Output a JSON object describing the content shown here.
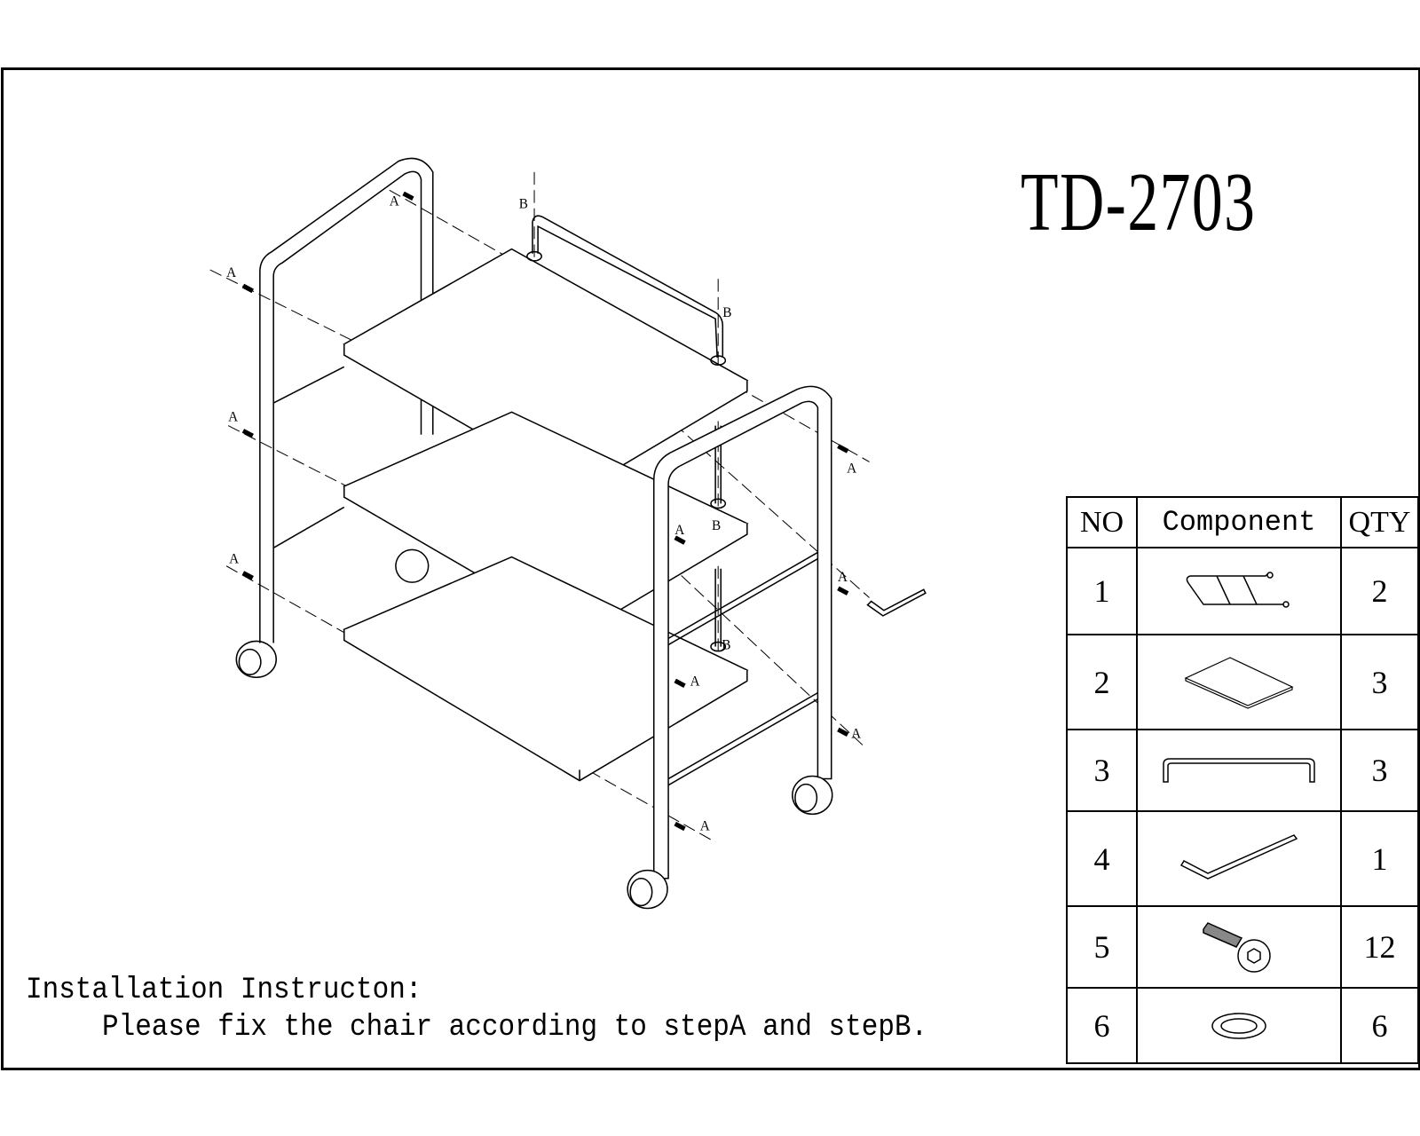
{
  "model": "TD-2703",
  "instructions": {
    "heading": "Installation Instructon:",
    "body": "Please fix the chair according to stepA and stepB."
  },
  "diagram_labels": {
    "a": "A",
    "b": "B"
  },
  "parts_table": {
    "headers": {
      "no": "NO",
      "component": "Component",
      "qty": "QTY"
    },
    "rows": [
      {
        "no": "1",
        "component_icon": "side-frame-icon",
        "qty": "2"
      },
      {
        "no": "2",
        "component_icon": "shelf-board-icon",
        "qty": "3"
      },
      {
        "no": "3",
        "component_icon": "u-bar-icon",
        "qty": "3"
      },
      {
        "no": "4",
        "component_icon": "allen-key-icon",
        "qty": "1"
      },
      {
        "no": "5",
        "component_icon": "bolt-icon",
        "qty": "12"
      },
      {
        "no": "6",
        "component_icon": "washer-icon",
        "qty": "6"
      }
    ]
  }
}
